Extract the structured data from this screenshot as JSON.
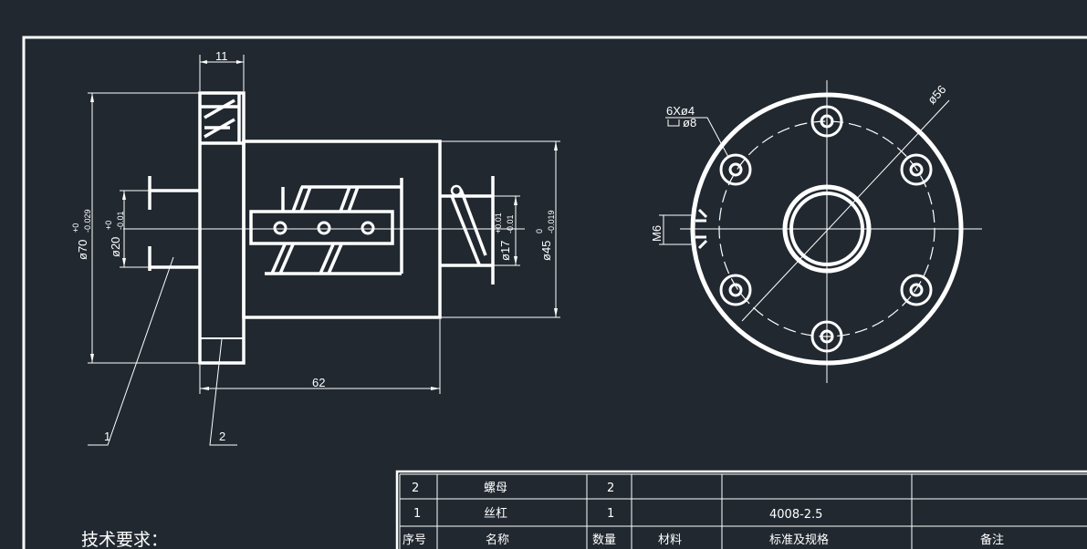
{
  "drawing": {
    "side_view": {
      "dims": {
        "flange_width": "11",
        "length": "62",
        "d70": "ø70",
        "d70_tol_upper": "+0",
        "d70_tol_lower": "-0.029",
        "d20": "ø20",
        "d20_tol_upper": "+0",
        "d20_tol_lower": "-0.01",
        "d17": "ø17",
        "d17_tol_upper": "+0.01",
        "d17_tol_lower": "-0.01",
        "d45": "ø45",
        "d45_tol_upper": "0",
        "d45_tol_lower": "-0.019"
      },
      "leaders": {
        "part1": "1",
        "part2": "2"
      }
    },
    "front_view": {
      "holes_count_label": "6Xø4",
      "counterbore_label": "ø8",
      "pcd_label": "ø56",
      "thread_label": "M6"
    }
  },
  "bom": {
    "headers": [
      "序号",
      "名称",
      "数量",
      "材料",
      "标准及规格",
      "备注"
    ],
    "rows": [
      {
        "no": "2",
        "name": "螺母",
        "qty": "2",
        "material": "",
        "spec": "",
        "remark": ""
      },
      {
        "no": "1",
        "name": "丝杠",
        "qty": "1",
        "material": "",
        "spec": "4008-2.5",
        "remark": ""
      }
    ]
  },
  "requirements_title": "技术要求：",
  "colors": {
    "background": "#212830",
    "lines": "#ffffff"
  }
}
